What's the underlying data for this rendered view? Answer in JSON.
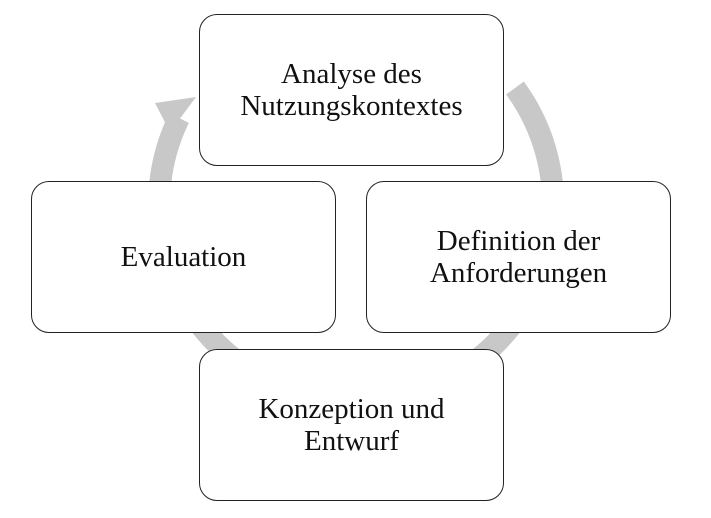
{
  "diagram": {
    "type": "cycle",
    "arrow_color": "#c8c8c8",
    "stages": [
      {
        "id": "analyse",
        "label": "Analyse des\nNutzungskontextes"
      },
      {
        "id": "definition",
        "label": "Definition der\nAnforderungen"
      },
      {
        "id": "konzeption",
        "label": "Konzeption und\nEntwurf"
      },
      {
        "id": "evaluation",
        "label": "Evaluation"
      }
    ]
  }
}
